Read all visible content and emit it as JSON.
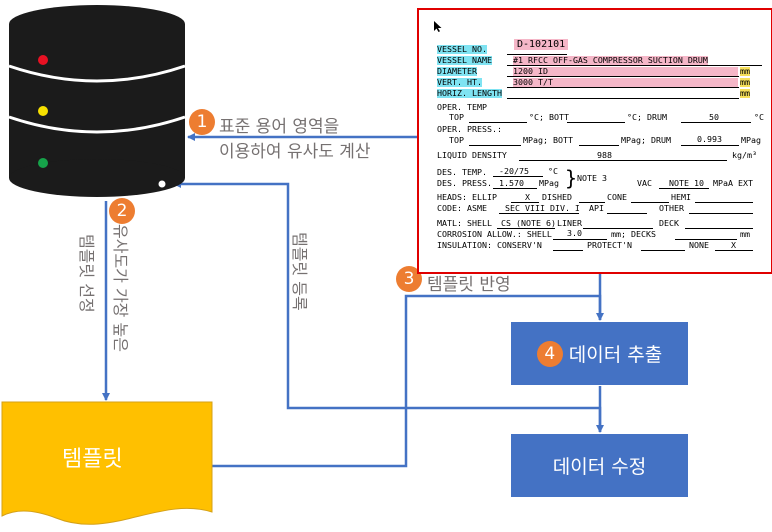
{
  "steps": {
    "s1": "1",
    "s1_line1": "표준 용어 영역을",
    "s1_line2": "이용하여 유사도 계산",
    "s2": "2",
    "s2_vertical_a": "유사도가 가장 높은",
    "s2_vertical_b": "템플릿 선정",
    "s3": "3",
    "s3_label": "템플릿 반영",
    "register_vertical": "템플릿 등록",
    "s4": "4",
    "extract_label": "데이터 추출",
    "modify_label": "데이터 수정"
  },
  "template_doc": {
    "label": "템플릿"
  },
  "colors": {
    "accent_blue": "#4472c4",
    "step_orange": "#ed7d31",
    "doc_yellow": "#ffc000",
    "db_dark": "#1b1b1b",
    "form_border": "#e00000"
  },
  "icons": {
    "database": "database-icon",
    "cursor": "cursor-icon"
  },
  "form": {
    "vessel_no_label": "VESSEL NO.",
    "vessel_no_value": "D-102101",
    "vessel_name_label": "VESSEL NAME",
    "vessel_name_value": "#1 RFCC OFF-GAS COMPRESSOR SUCTION DRUM",
    "diameter_label": "DIAMETER",
    "diameter_value": "1200 ID",
    "diameter_unit": "mm",
    "vert_label": "VERT. HT.",
    "vert_value": "3000 T/T",
    "vert_unit": "mm",
    "horiz_label": "HORIZ. LENGTH",
    "horiz_unit": "mm",
    "oper_temp_label": "OPER. TEMP",
    "oper_temp_row": [
      "TOP",
      "°C; BOTT",
      "°C; DRUM",
      "50",
      "°C"
    ],
    "oper_press_label": "OPER. PRESS.:",
    "oper_press_row": [
      "TOP",
      "MPag; BOTT",
      "MPag; DRUM",
      "0.993",
      "MPag"
    ],
    "liquid_density_label": "LIQUID DENSITY",
    "liquid_density_value": "988",
    "liquid_density_unit": "kg/m³",
    "des_temp_label": "DES. TEMP.",
    "des_temp_value": "-20/75",
    "des_temp_unit": "°C",
    "des_press_label": "DES. PRESS.",
    "des_press_value": "1.570",
    "des_press_unit": "MPag",
    "note3": "NOTE 3",
    "vac_label": "VAC",
    "vac_value": "NOTE 10",
    "vac_unit": "MPaA EXT",
    "heads_label": "HEADS: ELLIP",
    "heads_value": "X",
    "dished": "DISHED",
    "cone": "CONE",
    "hemi": "HEMI",
    "code_label": "CODE: ASME",
    "code_value": "SEC VIII DIV. I",
    "api": "API",
    "other": "OTHER",
    "matl_label": "MATL: SHELL",
    "matl_value": "CS (NOTE 6)",
    "liner": "LINER",
    "deck": "DECK",
    "corrosion_label": "CORROSION ALLOW.: SHELL",
    "corrosion_value": "3.0",
    "corrosion_unit": "mm; DECKS",
    "corrosion_unit2": "mm",
    "insulation_label": "INSULATION: CONSERV'N",
    "protect": "PROTECT'N",
    "none": "NONE",
    "none_value": "X"
  }
}
